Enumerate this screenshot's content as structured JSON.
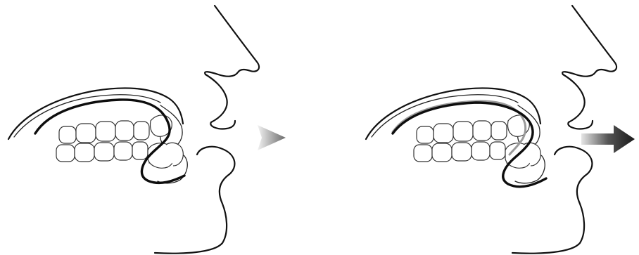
{
  "figure": {
    "panels": [
      {
        "id": "before",
        "appliance": "retainer-seated",
        "arrow": "gray-triangle"
      },
      {
        "id": "after",
        "appliance": "retainer-displaced",
        "arrow": "dark-gradient-arrow"
      }
    ],
    "colors": {
      "line": "#111111",
      "arrow_light": "#c8c8c8",
      "arrow_dark": "#2a2a2a",
      "ghost_wire": "#9a9a9a"
    },
    "icons": [
      "profile-head",
      "teeth-rows",
      "orthodontic-retainer",
      "forward-arrow"
    ]
  }
}
